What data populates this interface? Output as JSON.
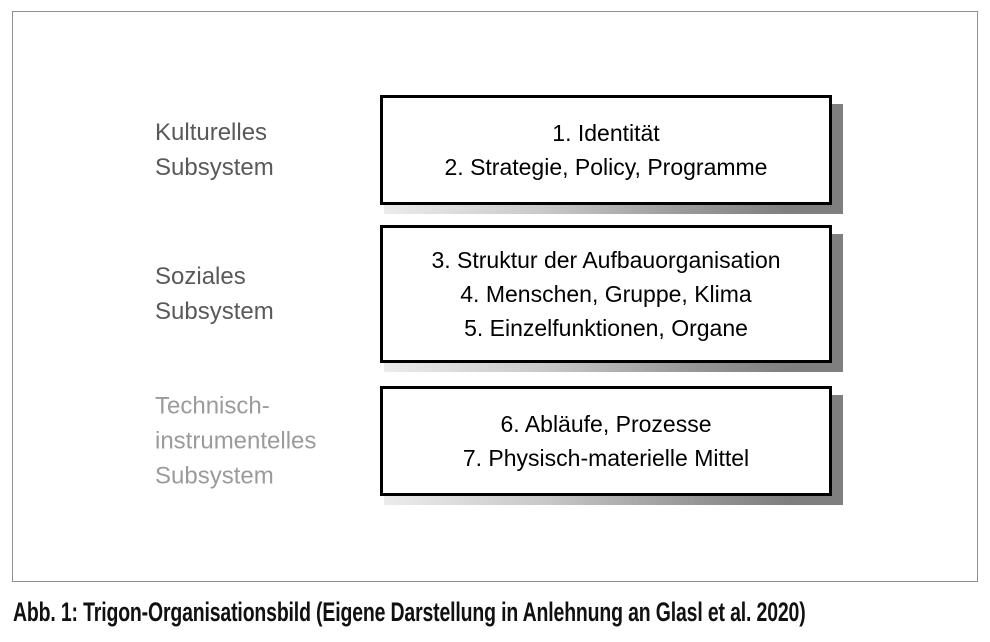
{
  "figure": {
    "type": "layered-diagram",
    "rows": [
      {
        "label": "Kulturelles\nSubsystem",
        "items": [
          "1. Identität",
          "2. Strategie, Policy, Programme"
        ]
      },
      {
        "label": "Soziales\nSubsystem",
        "items": [
          "3. Struktur der Aufbauorganisation",
          "4. Menschen, Gruppe, Klima",
          "5. Einzelfunktionen, Organe"
        ]
      },
      {
        "label": "Technisch-\ninstrumentelles\nSubsystem",
        "items": [
          "6. Abläufe, Prozesse",
          "7. Physisch-materielle Mittel"
        ]
      }
    ]
  },
  "caption": {
    "text": "Abb. 1: Trigon-Organisationsbild (Eigene Darstellung in Anlehnung an Glasl et al. 2020)"
  },
  "colors": {
    "label_dark": "#595959",
    "label_light": "#9b9b9b",
    "box_border": "#000000",
    "box_text": "#000000",
    "shadow_dark": "#7f7f7f",
    "shadow_light": "#ececec",
    "frame_border": "#909090",
    "caption_text": "#111111"
  }
}
